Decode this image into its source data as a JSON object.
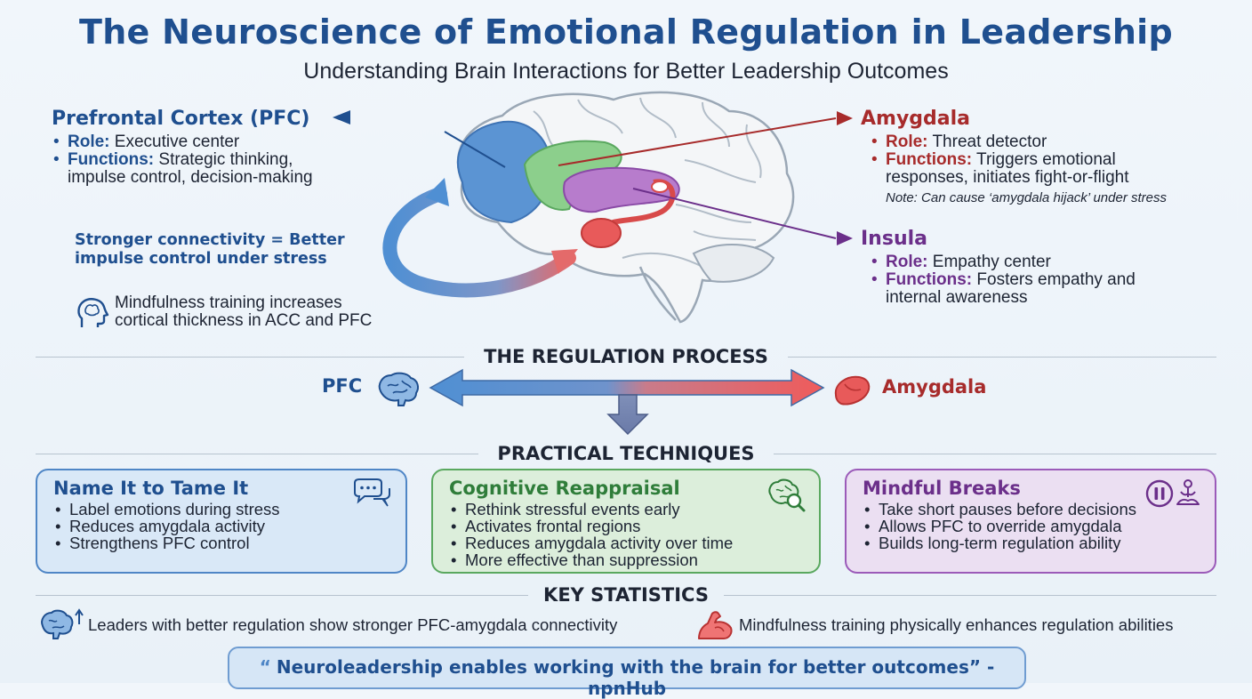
{
  "header": {
    "title": "The Neuroscience of Emotional Regulation in Leadership",
    "subtitle": "Understanding Brain Interactions for Better Leadership Outcomes"
  },
  "pfc": {
    "title": "Prefrontal Cortex (PFC)",
    "role_label": "Role:",
    "role": "Executive center",
    "functions_label": "Functions:",
    "functions_line1": "Strategic thinking,",
    "functions_line2": "impulse control, decision-making"
  },
  "amygdala": {
    "title": "Amygdala",
    "role_label": "Role:",
    "role": "Threat detector",
    "functions_label": "Functions:",
    "functions_line1": "Triggers emotional",
    "functions_line2": "responses, initiates fight-or-flight",
    "note": "Note: Can cause ‘amygdala hijack’ under stress"
  },
  "insula": {
    "title": "Insula",
    "role_label": "Role:",
    "role": "Empathy center",
    "functions_label": "Functions:",
    "functions_line1": "Fosters empathy and",
    "functions_line2": "internal awareness"
  },
  "connectivity": {
    "line1": "Stronger connectivity = Better",
    "line2": "impulse control under stress"
  },
  "mindfulness_note": {
    "line1": "Mindfulness training increases",
    "line2": "cortical thickness in ACC and PFC"
  },
  "regulation": {
    "heading": "THE REGULATION PROCESS",
    "left_label": "PFC",
    "right_label": "Amygdala"
  },
  "techniques": {
    "heading": "PRACTICAL TECHNIQUES",
    "cards": [
      {
        "title": "Name It to Tame It",
        "icon": "speech-bubbles-icon",
        "items": [
          "Label emotions during stress",
          "Reduces amygdala activity",
          "Strengthens PFC control"
        ]
      },
      {
        "title": "Cognitive Reappraisal",
        "icon": "brain-search-icon",
        "items": [
          "Rethink stressful events early",
          "Activates frontal regions",
          "Reduces amygdala activity over time",
          "More effective than suppression"
        ]
      },
      {
        "title": "Mindful Breaks",
        "icon": "pause-meditation-icon",
        "items": [
          "Take short pauses before decisions",
          "Allows PFC to override amygdala",
          "Builds long-term regulation ability"
        ]
      }
    ]
  },
  "stats": {
    "heading": "KEY STATISTICS",
    "left": "Leaders with better regulation show stronger PFC-amygdala connectivity",
    "right": "Mindfulness training physically enhances regulation abilities"
  },
  "quote": {
    "mark": "“",
    "text": "Neuroleadership enables working with the brain for better outcomes” - npnHub"
  },
  "colors": {
    "pfc_blue": "#1f4f8f",
    "amygdala_red": "#a72b2b",
    "insula_purple": "#6b2f8a",
    "reappraisal_green": "#2f7d3a"
  }
}
